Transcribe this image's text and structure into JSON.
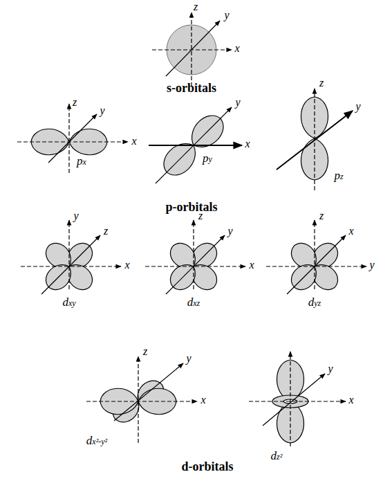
{
  "diagram": {
    "labels": [
      "z",
      "y",
      "x",
      "s-orbitals",
      "z",
      "y",
      "x",
      "px",
      "y",
      "x",
      "py",
      "z",
      "y",
      "pz",
      "p-orbitals",
      "y",
      "z",
      "x",
      "dxy",
      "z",
      "y",
      "x",
      "dxz",
      "z",
      "x",
      "y",
      "dyz",
      "z",
      "y",
      "x",
      "dx²-y²",
      "y",
      "x",
      "dz²",
      "d-orbitals"
    ]
  }
}
